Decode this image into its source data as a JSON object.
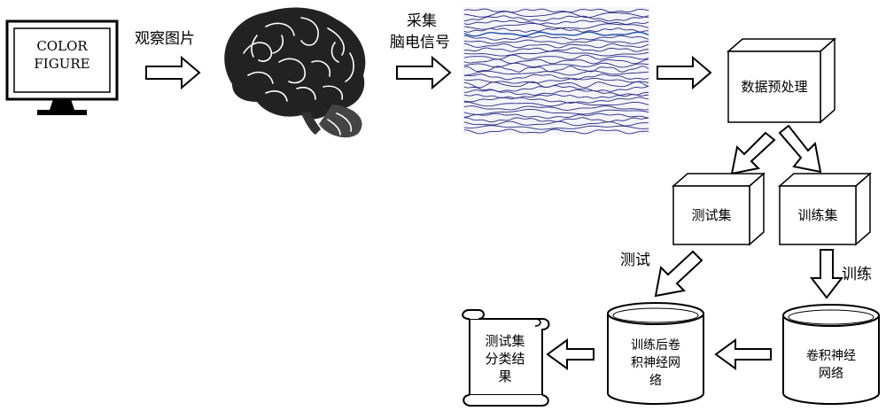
{
  "monitor": {
    "line1": "COLOR",
    "line2": "FIGURE"
  },
  "labels": {
    "observe": "观察图片",
    "collect_line1": "采集",
    "collect_line2": "脑电信号",
    "test_arrow": "测试",
    "train_arrow": "训练"
  },
  "boxes": {
    "preprocess": "数据预处理",
    "test_set": "测试集",
    "train_set": "训练集"
  },
  "cylinders": {
    "trained_cnn_line1": "训练后卷",
    "trained_cnn_line2": "积神经网",
    "trained_cnn_line3": "络",
    "cnn_line1": "卷积神经",
    "cnn_line2": "网络"
  },
  "result": {
    "line1": "测试集",
    "line2": "分类结",
    "line3": "果"
  },
  "colors": {
    "signal": "#2a2a80",
    "highlight": "#1e4fa8"
  }
}
